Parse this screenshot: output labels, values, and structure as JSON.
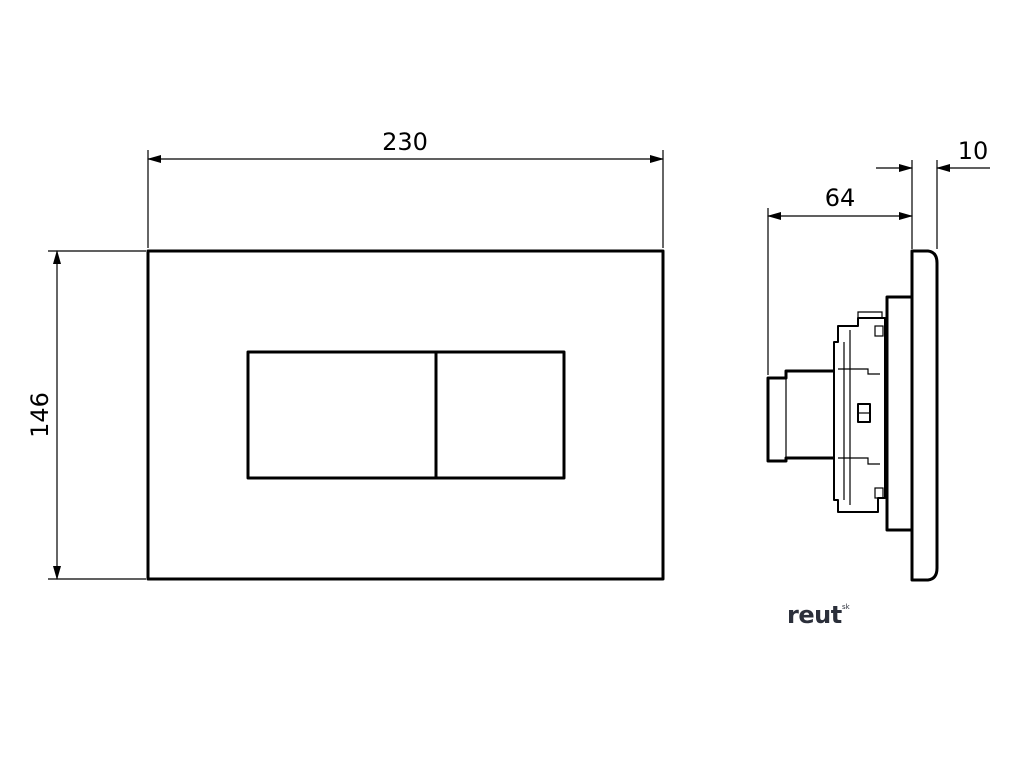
{
  "front_view": {
    "width_label": "230",
    "height_label": "146"
  },
  "side_view": {
    "depth_label": "64",
    "plate_thickness_label": "10"
  },
  "logo": {
    "text": "reut",
    "superscript": "sk"
  },
  "colors": {
    "line": "#000000",
    "logo": "#2b2f3a",
    "background": "#ffffff"
  }
}
